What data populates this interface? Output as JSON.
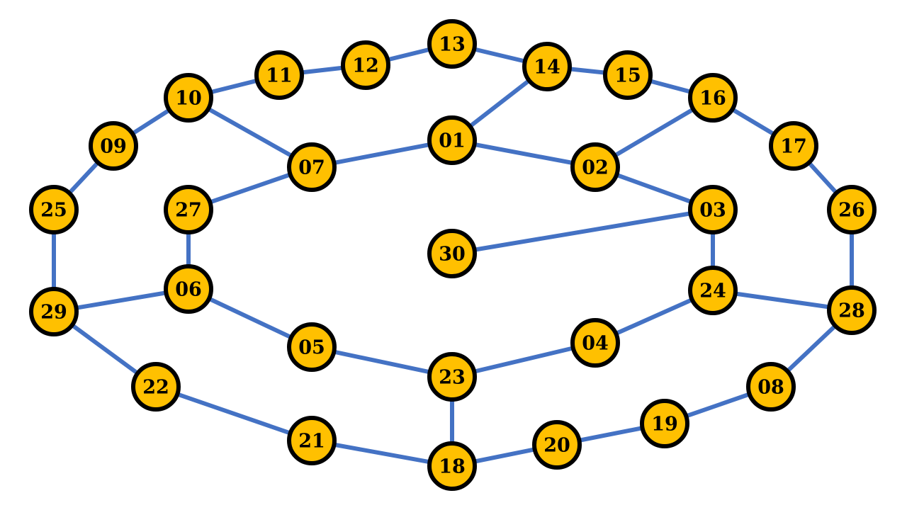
{
  "diagram": {
    "colors": {
      "node_fill": "#FFC000",
      "node_stroke": "#000000",
      "edge": "#4472C4",
      "label": "#000000",
      "background": "#FFFFFF"
    },
    "nodes": [
      {
        "id": "01",
        "label": "01"
      },
      {
        "id": "02",
        "label": "02"
      },
      {
        "id": "03",
        "label": "03"
      },
      {
        "id": "04",
        "label": "04"
      },
      {
        "id": "05",
        "label": "05"
      },
      {
        "id": "06",
        "label": "06"
      },
      {
        "id": "07",
        "label": "07"
      },
      {
        "id": "08",
        "label": "08"
      },
      {
        "id": "09",
        "label": "09"
      },
      {
        "id": "10",
        "label": "10"
      },
      {
        "id": "11",
        "label": "11"
      },
      {
        "id": "12",
        "label": "12"
      },
      {
        "id": "13",
        "label": "13"
      },
      {
        "id": "14",
        "label": "14"
      },
      {
        "id": "15",
        "label": "15"
      },
      {
        "id": "16",
        "label": "16"
      },
      {
        "id": "17",
        "label": "17"
      },
      {
        "id": "18",
        "label": "18"
      },
      {
        "id": "19",
        "label": "19"
      },
      {
        "id": "20",
        "label": "20"
      },
      {
        "id": "21",
        "label": "21"
      },
      {
        "id": "22",
        "label": "22"
      },
      {
        "id": "23",
        "label": "23"
      },
      {
        "id": "24",
        "label": "24"
      },
      {
        "id": "25",
        "label": "25"
      },
      {
        "id": "26",
        "label": "26"
      },
      {
        "id": "27",
        "label": "27"
      },
      {
        "id": "28",
        "label": "28"
      },
      {
        "id": "29",
        "label": "29"
      },
      {
        "id": "30",
        "label": "30"
      }
    ],
    "edges": [
      [
        "10",
        "11"
      ],
      [
        "11",
        "12"
      ],
      [
        "12",
        "13"
      ],
      [
        "13",
        "14"
      ],
      [
        "14",
        "15"
      ],
      [
        "15",
        "16"
      ],
      [
        "16",
        "17"
      ],
      [
        "17",
        "26"
      ],
      [
        "26",
        "28"
      ],
      [
        "28",
        "08"
      ],
      [
        "08",
        "19"
      ],
      [
        "19",
        "20"
      ],
      [
        "20",
        "18"
      ],
      [
        "18",
        "21"
      ],
      [
        "21",
        "22"
      ],
      [
        "22",
        "29"
      ],
      [
        "29",
        "25"
      ],
      [
        "25",
        "09"
      ],
      [
        "09",
        "10"
      ],
      [
        "10",
        "07"
      ],
      [
        "07",
        "01"
      ],
      [
        "01",
        "14"
      ],
      [
        "01",
        "02"
      ],
      [
        "02",
        "16"
      ],
      [
        "02",
        "03"
      ],
      [
        "03",
        "30"
      ],
      [
        "03",
        "24"
      ],
      [
        "24",
        "28"
      ],
      [
        "24",
        "04"
      ],
      [
        "04",
        "23"
      ],
      [
        "23",
        "18"
      ],
      [
        "23",
        "05"
      ],
      [
        "05",
        "06"
      ],
      [
        "06",
        "29"
      ],
      [
        "06",
        "27"
      ],
      [
        "27",
        "07"
      ]
    ]
  }
}
